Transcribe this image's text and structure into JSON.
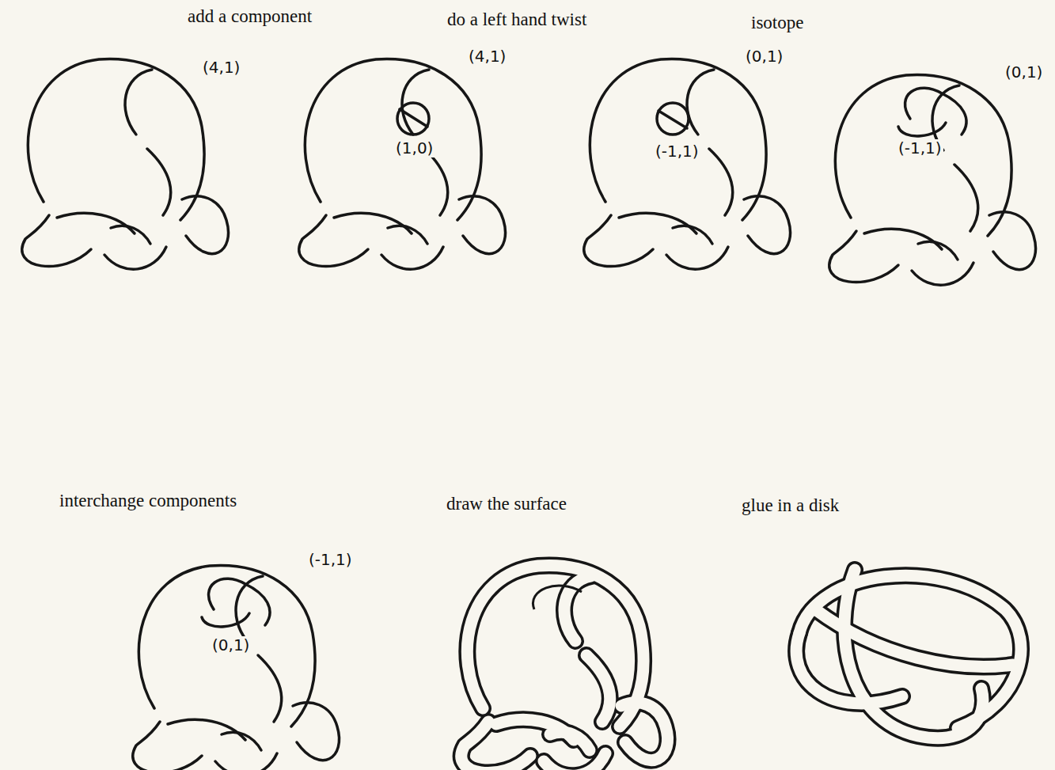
{
  "diagram": {
    "labels": [
      "add a component",
      "do a left hand twist",
      "isotope",
      "(4,1)",
      "(4,1)",
      "(1,0)",
      "(0,1)",
      "(-1,1)",
      "(0,1)",
      "(-1,1)",
      "interchange components",
      "draw the surface",
      "glue in a disk",
      "(-1,1)",
      "(0,1)"
    ]
  }
}
